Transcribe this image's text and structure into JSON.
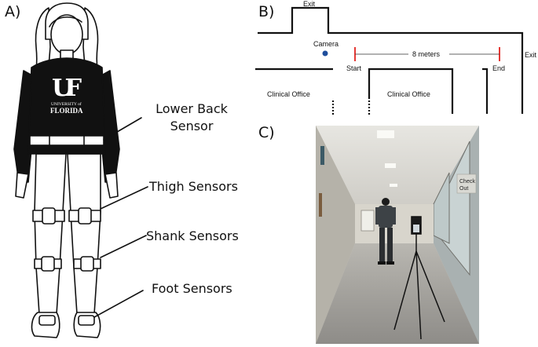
{
  "panels": {
    "a": {
      "label": "A)"
    },
    "b": {
      "label": "B)"
    },
    "c": {
      "label": "C)"
    }
  },
  "shirt": {
    "logo": "UF",
    "subtitle_1": "UNIVERSITY of",
    "subtitle_2": "FLORIDA"
  },
  "sensors": [
    {
      "line1": "Lower Back",
      "line2": "Sensor"
    },
    {
      "line1": "Thigh Sensors",
      "line2": ""
    },
    {
      "line1": "Shank Sensors",
      "line2": ""
    },
    {
      "line1": "Foot Sensors",
      "line2": ""
    }
  ],
  "map": {
    "exit_top": "Exit",
    "exit_right": "Exit",
    "camera": "Camera",
    "distance": "8 meters",
    "start": "Start",
    "end": "End",
    "office_left": "Clinical Office",
    "office_right": "Clinical Office"
  },
  "photo": {
    "sign_line1": "Check",
    "sign_line2": "Out"
  },
  "colors": {
    "camera_dot": "#1f4e9c",
    "start_end_markers": "#e53935",
    "shirt": "#111111"
  }
}
